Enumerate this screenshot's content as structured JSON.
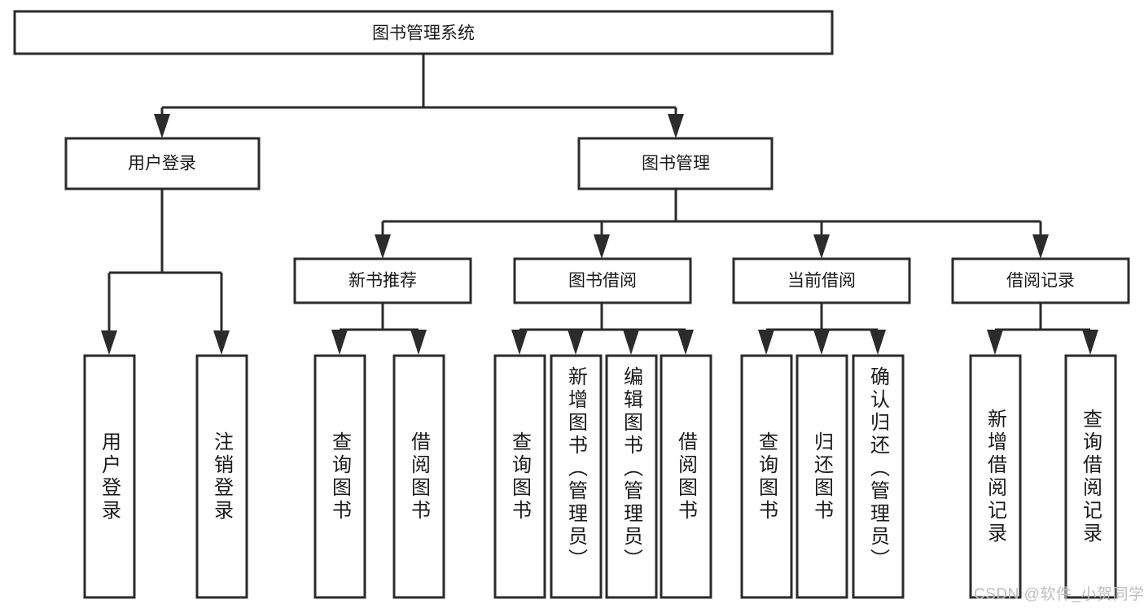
{
  "diagram": {
    "title": "图书管理系统",
    "type": "hierarchy-tree",
    "watermark": "CSDN @软件_小贺同学",
    "colors": {
      "stroke": "#2b2b2b",
      "box_fill": "#ffffff",
      "text": "#1a1a1a",
      "background": "#ffffff",
      "watermark": "#bdbdbd"
    },
    "root": {
      "label": "图书管理系统"
    },
    "level2": [
      {
        "label": "用户登录"
      },
      {
        "label": "图书管理"
      }
    ],
    "level3": [
      {
        "label": "新书推荐"
      },
      {
        "label": "图书借阅"
      },
      {
        "label": "当前借阅"
      },
      {
        "label": "借阅记录"
      }
    ],
    "leaves": {
      "user_login": [
        {
          "label": "用户登录"
        },
        {
          "label": "注销登录"
        }
      ],
      "new_book_recommend": [
        {
          "label": "查询图书"
        },
        {
          "label": "借阅图书"
        }
      ],
      "book_borrow": [
        {
          "label": "查询图书"
        },
        {
          "label": "新增图书（管理员）"
        },
        {
          "label": "编辑图书（管理员）"
        },
        {
          "label": "借阅图书"
        }
      ],
      "current_borrow": [
        {
          "label": "查询图书"
        },
        {
          "label": "归还图书"
        },
        {
          "label": "确认归还（管理员）"
        }
      ],
      "borrow_record": [
        {
          "label": "新增借阅记录"
        },
        {
          "label": "查询借阅记录"
        }
      ]
    }
  }
}
